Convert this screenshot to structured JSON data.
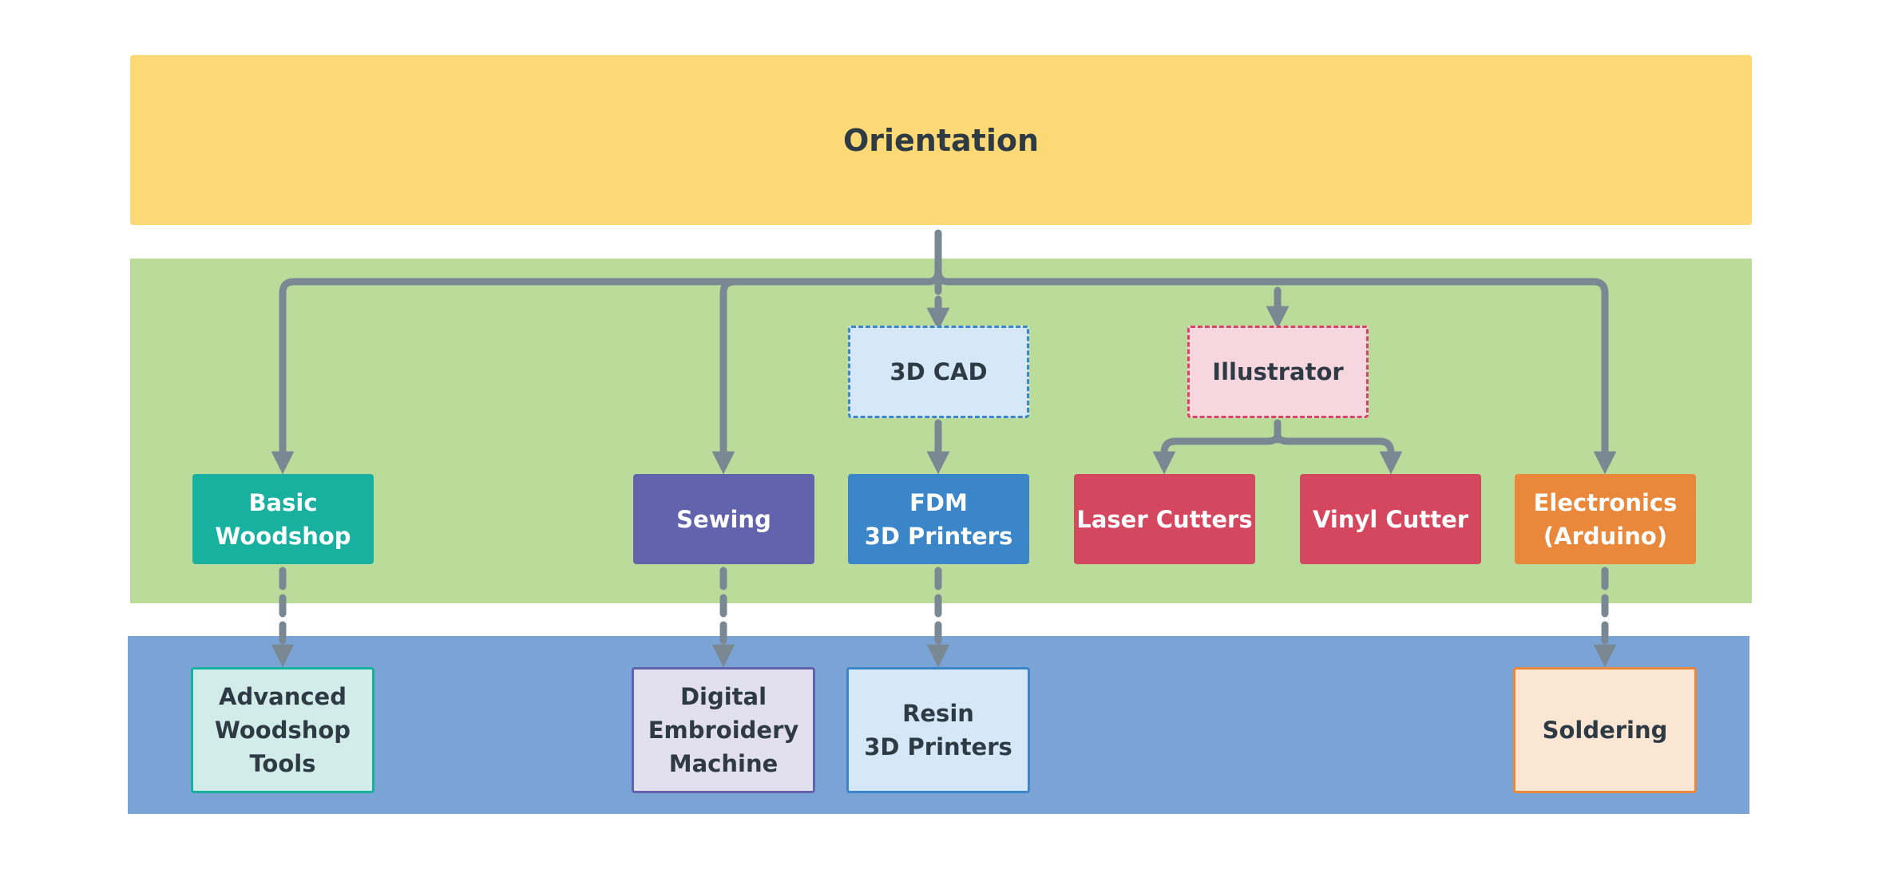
{
  "title": "Orientation",
  "colors": {
    "top_band": "#fcd975",
    "middle_band": "#bbdb9b",
    "bottom_band": "#7aa4d6",
    "connector": "#7a8893",
    "teal": "#18b09f",
    "purple": "#6363ad",
    "blue": "#3a86c8",
    "red": "#d5475f",
    "orange": "#e9873a"
  },
  "nodes": {
    "cad": "3D CAD",
    "illustrator": "Illustrator",
    "woodshop": "Basic\nWoodshop",
    "sewing": "Sewing",
    "fdm": "FDM\n3D Printers",
    "laser": "Laser Cutters",
    "vinyl": "Vinyl Cutter",
    "electronics": "Electronics\n(Arduino)",
    "advanced_woodshop": "Advanced\nWoodshop\nTools",
    "embroidery": "Digital\nEmbroidery\nMachine",
    "resin": "Resin\n3D Printers",
    "soldering": "Soldering"
  }
}
